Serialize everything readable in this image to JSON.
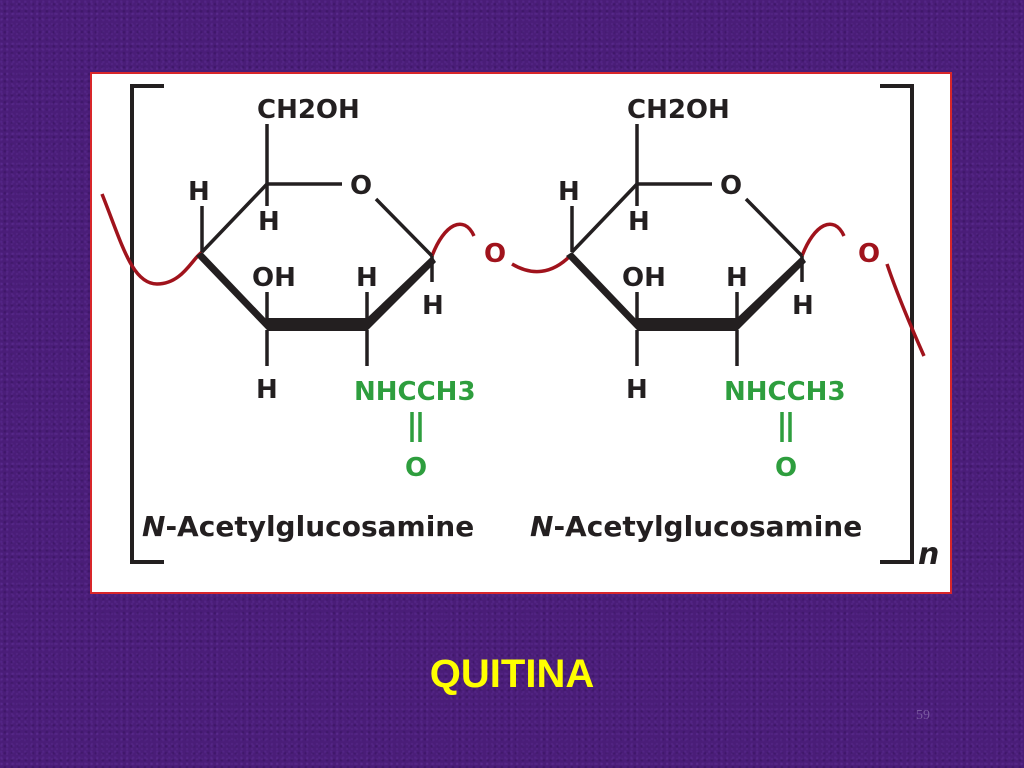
{
  "slide": {
    "title": "QUITINA",
    "page_number": "59"
  },
  "structure": {
    "units": [
      {
        "substituent_top": "CH2OH",
        "ring_oxygen": "O",
        "hydrogens": [
          "H",
          "H",
          "H",
          "H",
          "H"
        ],
        "hydroxyl": "OH",
        "acetamido": "NHCCH3",
        "carbonyl_oxygen": "O",
        "name_prefix": "N",
        "name_rest": "-Acetylglucosamine"
      },
      {
        "substituent_top": "CH2OH",
        "ring_oxygen": "O",
        "hydrogens": [
          "H",
          "H",
          "H",
          "H",
          "H"
        ],
        "hydroxyl": "OH",
        "acetamido": "NHCCH3",
        "carbonyl_oxygen": "O",
        "name_prefix": "N",
        "name_rest": "-Acetylglucosamine"
      }
    ],
    "glycosidic_oxygens": [
      "O",
      "O"
    ],
    "repeat_subscript": "n",
    "colors": {
      "bonds": "#231f20",
      "acetamido": "#2e9e3e",
      "glycosidic_link": "#a0131c",
      "panel_border": "#d8262a",
      "title": "#ffff00"
    }
  }
}
